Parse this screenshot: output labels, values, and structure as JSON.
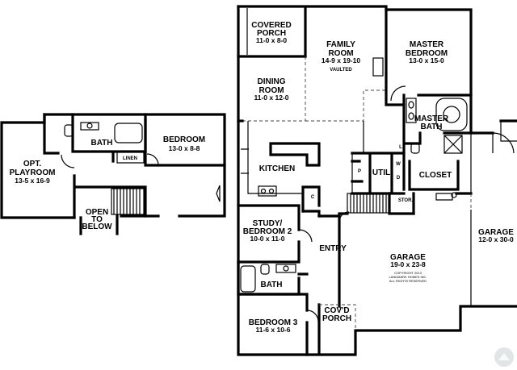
{
  "upper_floor": {
    "playroom": {
      "name_1": "OPT.",
      "name_2": "PLAYROOM",
      "dim": "13-5 x 16-9"
    },
    "bath": {
      "name": "BATH"
    },
    "linen": {
      "name": "LINEN"
    },
    "bedroom": {
      "name": "BEDROOM",
      "dim": "13-0 x 8-8"
    },
    "open_below": {
      "line_1": "OPEN",
      "line_2": "TO",
      "line_3": "BELOW"
    }
  },
  "main_floor": {
    "covered_porch": {
      "name_1": "COVERED",
      "name_2": "PORCH",
      "dim": "11-0 x 8-0"
    },
    "family_room": {
      "name_1": "FAMILY",
      "name_2": "ROOM",
      "dim": "14-9 x 19-10",
      "note": "VAULTED"
    },
    "master_bedroom": {
      "name_1": "MASTER",
      "name_2": "BEDROOM",
      "dim": "13-0 x 15-0"
    },
    "dining_room": {
      "name_1": "DINING",
      "name_2": "ROOM",
      "dim": "11-0 x 12-0"
    },
    "master_bath": {
      "name_1": "MASTER",
      "name_2": "BATH"
    },
    "kitchen": {
      "name": "KITCHEN"
    },
    "util": {
      "name": "UTIL"
    },
    "closet": {
      "name": "CLOSET"
    },
    "pantry": {
      "label": "P"
    },
    "laundry": {
      "l": "L",
      "w": "W",
      "d": "D"
    },
    "coat_closet": {
      "label": "C"
    },
    "storage": {
      "name": "STOR."
    },
    "study": {
      "name_1": "STUDY/",
      "name_2": "BEDROOM 2",
      "dim": "10-0 x 11-0"
    },
    "entry": {
      "name": "ENTRY"
    },
    "bath": {
      "name": "BATH"
    },
    "garage": {
      "name": "GARAGE",
      "dim": "19-0 x 23-8",
      "copyright": [
        "COPYRIGHT 2013",
        "LANDMARK HOMES INC.",
        "ALL RIGHTS RESERVED"
      ]
    },
    "garage_2": {
      "name": "GARAGE",
      "dim": "12-0 x 30-0"
    },
    "bedroom_3": {
      "name": "BEDROOM 3",
      "dim": "11-6 x 10-6"
    },
    "covd_porch": {
      "name_1": "COV'D",
      "name_2": "PORCH"
    }
  }
}
